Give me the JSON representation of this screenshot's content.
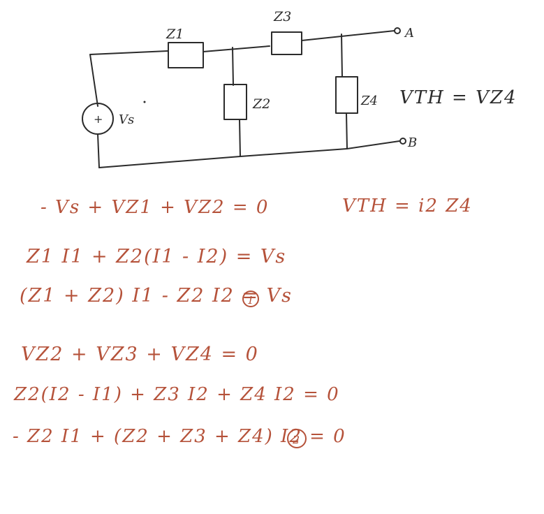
{
  "colors": {
    "ink": "#2b2b2b",
    "work": "#b5523a",
    "background": "#ffffff"
  },
  "circuit": {
    "source_label": "Vs",
    "source_sign": "+",
    "z1_label": "Z1",
    "z2_label": "Z2",
    "z3_label": "Z3",
    "z4_label": "Z4",
    "terminal_a": "A",
    "terminal_b": "B",
    "thevenin_relation": "VTH = VZ4"
  },
  "equations": {
    "kvl_loop1": "- Vs + VZ1 + VZ2 = 0",
    "loop1_expanded": "Z1 I1 + Z2(I1 - I2) = Vs",
    "loop1_simplified": "(Z1 + Z2) I1 - Z2 I2 = Vs",
    "eq1_marker": "1",
    "kvl_loop2": "VZ2 + VZ3 + VZ4 = 0",
    "loop2_expanded": "Z2(I2 - I1) + Z3 I2 + Z4 I2 = 0",
    "loop2_simplified": "- Z2 I1 + (Z2 + Z3 + Z4) I2 = 0",
    "eq2_marker": "2",
    "thevenin_current": "VTH = i2 Z4"
  }
}
